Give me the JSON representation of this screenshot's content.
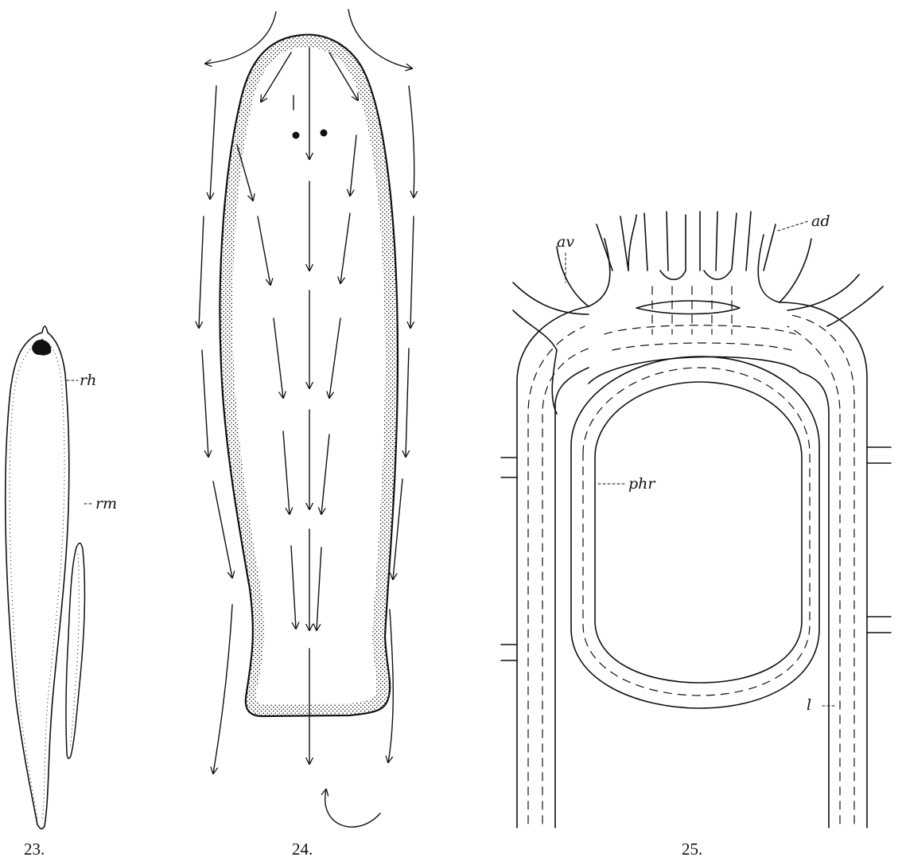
{
  "figures": [
    {
      "number": "23.",
      "labels": {
        "rh": "rh",
        "rm": "rm"
      }
    },
    {
      "number": "24."
    },
    {
      "number": "25.",
      "labels": {
        "av": "av",
        "ad": "ad",
        "phr": "phr",
        "l": "l"
      }
    }
  ],
  "colors": {
    "ink": "#111111",
    "paper": "#ffffff"
  }
}
